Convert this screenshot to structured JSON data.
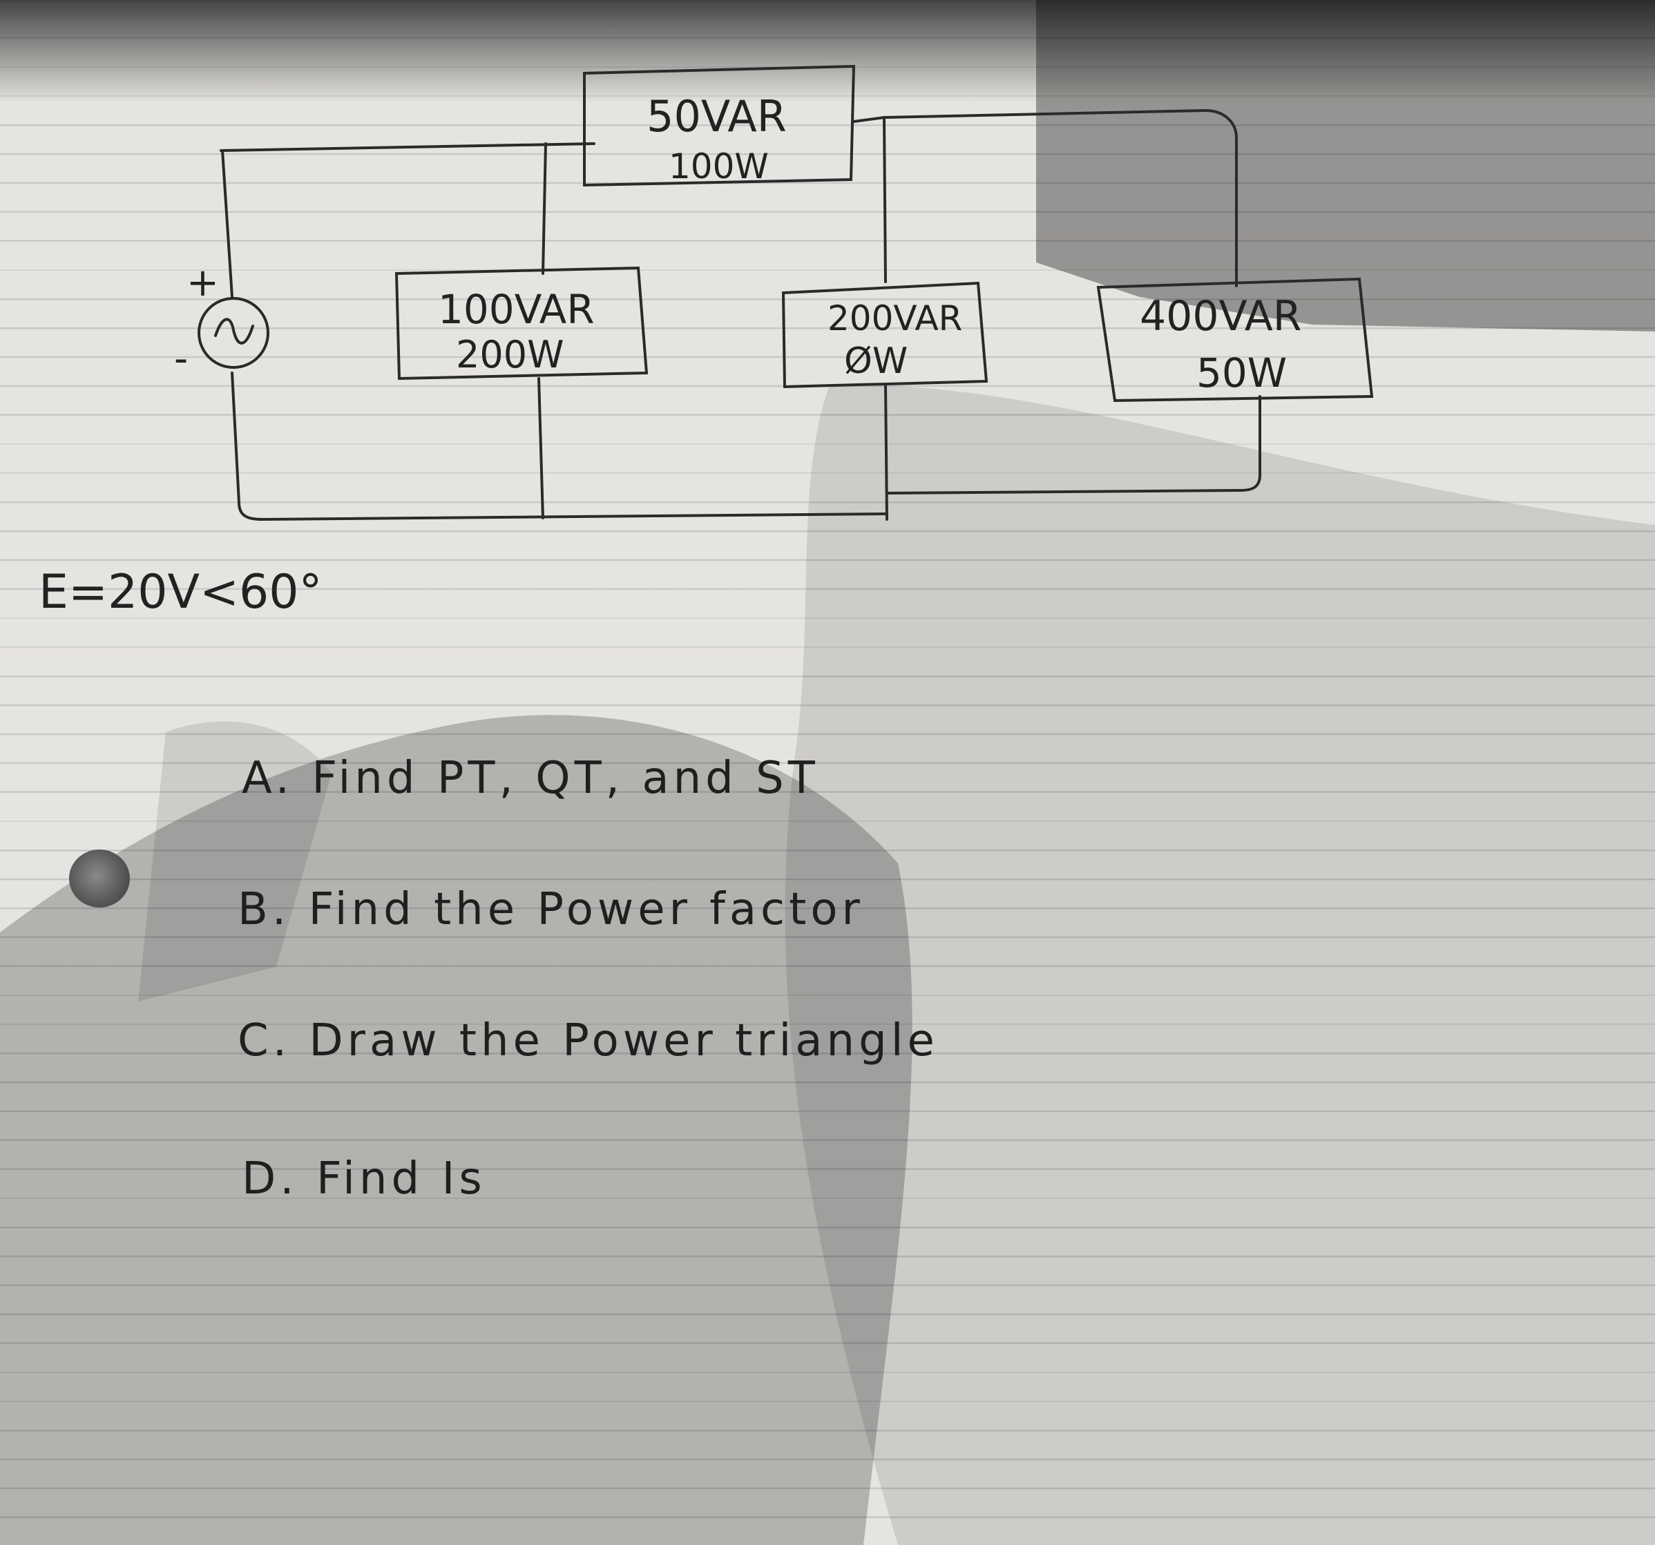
{
  "circuit": {
    "source_plus": "+",
    "source_minus": "-",
    "source_symbol": "~",
    "loads": [
      {
        "var": "50VAR",
        "watts": "100W"
      },
      {
        "var": "100VAR",
        "watts": "200W"
      },
      {
        "var": "200VAR",
        "watts": "ØW"
      },
      {
        "var": "400VAR",
        "watts": "50W"
      }
    ]
  },
  "source_voltage": "E=20V<60°",
  "questions": [
    "A. Find PT, QT, and ST",
    "B. Find  the Power factor",
    "C. Draw the Power  triangle",
    "D. Find Is"
  ]
}
